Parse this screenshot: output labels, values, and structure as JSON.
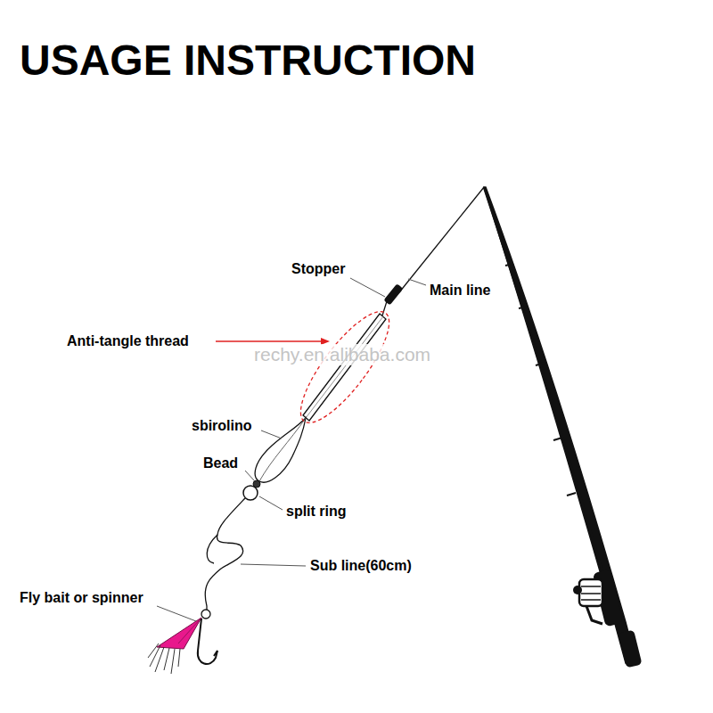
{
  "diagram": {
    "title": "USAGE INSTRUCTION",
    "labels": [
      "Stopper",
      "Main line",
      "Anti-tangle thread",
      "rechy.en.alibaba.com",
      "sbirolino",
      "Bead",
      "split ring",
      "Sub line(60cm)",
      "Fly bait or spinner"
    ]
  }
}
